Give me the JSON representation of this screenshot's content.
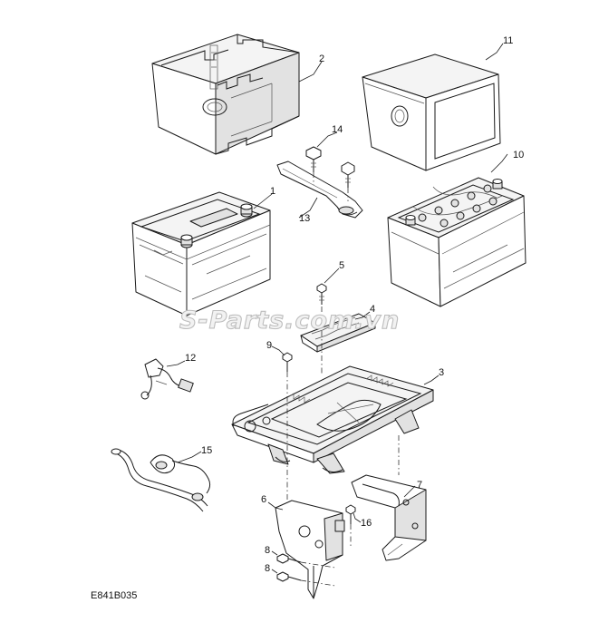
{
  "diagram": {
    "reference_code": "E841B035",
    "watermark": "S-Parts.com.vn",
    "callouts": [
      {
        "id": "callout-1",
        "label": "1"
      },
      {
        "id": "callout-2",
        "label": "2"
      },
      {
        "id": "callout-3",
        "label": "3"
      },
      {
        "id": "callout-4",
        "label": "4"
      },
      {
        "id": "callout-5",
        "label": "5"
      },
      {
        "id": "callout-6",
        "label": "6"
      },
      {
        "id": "callout-7",
        "label": "7"
      },
      {
        "id": "callout-8a",
        "label": "8"
      },
      {
        "id": "callout-8b",
        "label": "8"
      },
      {
        "id": "callout-9",
        "label": "9"
      },
      {
        "id": "callout-10",
        "label": "10"
      },
      {
        "id": "callout-11",
        "label": "11"
      },
      {
        "id": "callout-12",
        "label": "12"
      },
      {
        "id": "callout-13",
        "label": "13"
      },
      {
        "id": "callout-14",
        "label": "14"
      },
      {
        "id": "callout-15",
        "label": "15"
      },
      {
        "id": "callout-16",
        "label": "16"
      }
    ],
    "colors": {
      "line": "#1a1a1a",
      "fill": "#ffffff",
      "shade": "#e2e2e2",
      "watermark": "#bdbdbd"
    }
  }
}
